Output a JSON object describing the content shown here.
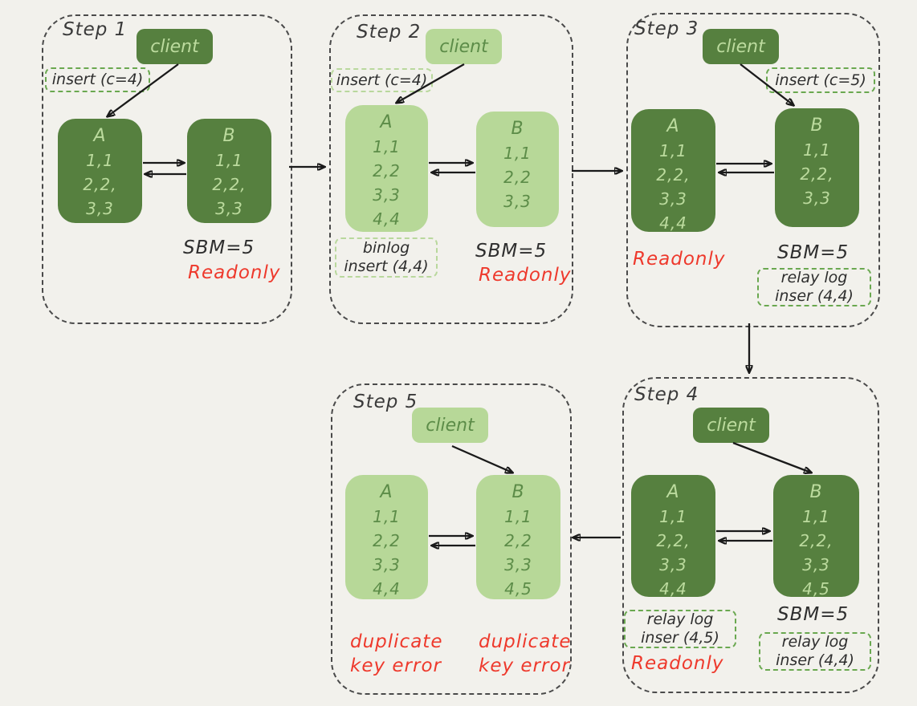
{
  "diagram_title": "MySQL dual-master replication duplicate key error flow",
  "colors": {
    "background": "#f2f1ec",
    "node_dark": "#56803f",
    "node_light": "#b7d898",
    "text_on_dark": "#bcdb9e",
    "text_on_light": "#5c8c48",
    "badge_border_green": "#6aa850",
    "badge_border_light": "#b9d89d",
    "container_border": "#4a4a4a",
    "ink": "#2e2e2e",
    "alert_red": "#ee392c",
    "arrow": "#1a1a1a"
  },
  "steps": [
    {
      "title": "Step 1",
      "client": "client",
      "insert_badge": "insert (c=4)",
      "nodeA": {
        "label": "A",
        "rows": [
          "1,1",
          "2,2,",
          "3,3"
        ]
      },
      "nodeB": {
        "label": "B",
        "rows": [
          "1,1",
          "2,2,",
          "3,3"
        ]
      },
      "sbm": "SBM=5",
      "readonly": "Readonly"
    },
    {
      "title": "Step 2",
      "client": "client",
      "insert_badge": "insert (c=4)",
      "nodeA": {
        "label": "A",
        "rows": [
          "1,1",
          "2,2",
          "3,3",
          "4,4"
        ]
      },
      "nodeB": {
        "label": "B",
        "rows": [
          "1,1",
          "2,2",
          "3,3"
        ]
      },
      "binlog_badge": [
        "binlog",
        "insert (4,4)"
      ],
      "sbm": "SBM=5",
      "readonly": "Readonly"
    },
    {
      "title": "Step 3",
      "client": "client",
      "insert_badge": "insert (c=5)",
      "nodeA": {
        "label": "A",
        "rows": [
          "1,1",
          "2,2,",
          "3,3",
          "4,4"
        ]
      },
      "nodeB": {
        "label": "B",
        "rows": [
          "1,1",
          "2,2,",
          "3,3"
        ]
      },
      "readonly": "Readonly",
      "sbm": "SBM=5",
      "relay_badge": [
        "relay log",
        "inser (4,4)"
      ]
    },
    {
      "title": "Step 4",
      "client": "client",
      "nodeA": {
        "label": "A",
        "rows": [
          "1,1",
          "2,2,",
          "3,3",
          "4,4"
        ]
      },
      "nodeB": {
        "label": "B",
        "rows": [
          "1,1",
          "2,2,",
          "3,3",
          "4,5"
        ]
      },
      "relay_badge_a": [
        "relay log",
        "inser (4,5)"
      ],
      "readonly": "Readonly",
      "sbm": "SBM=5",
      "relay_badge_b": [
        "relay log",
        "inser (4,4)"
      ]
    },
    {
      "title": "Step 5",
      "client": "client",
      "nodeA": {
        "label": "A",
        "rows": [
          "1,1",
          "2,2",
          "3,3",
          "4,4"
        ]
      },
      "nodeB": {
        "label": "B",
        "rows": [
          "1,1",
          "2,2",
          "3,3",
          "4,5"
        ]
      },
      "error_a": [
        "duplicate",
        "key error"
      ],
      "error_b": [
        "duplicate",
        "key error"
      ]
    }
  ]
}
